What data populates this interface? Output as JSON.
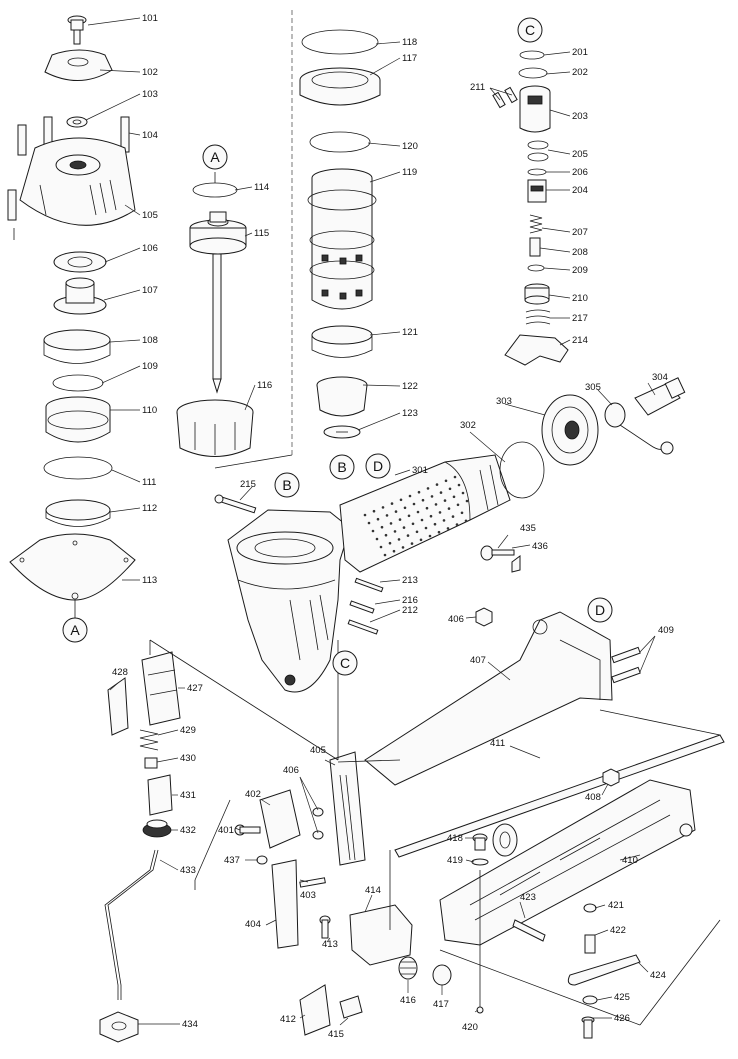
{
  "callouts": {
    "A": "A",
    "B": "B",
    "C": "C",
    "D": "D"
  },
  "labels": {
    "p101": "101",
    "p102": "102",
    "p103": "103",
    "p104": "104",
    "p105": "105",
    "p106": "106",
    "p107": "107",
    "p108": "108",
    "p109": "109",
    "p110": "110",
    "p111": "111",
    "p112": "112",
    "p113": "113",
    "p114": "114",
    "p115": "115",
    "p116": "116",
    "p117": "117",
    "p118": "118",
    "p119": "119",
    "p120": "120",
    "p121": "121",
    "p122": "122",
    "p123": "123",
    "p201": "201",
    "p202": "202",
    "p203": "203",
    "p204": "204",
    "p205": "205",
    "p206": "206",
    "p207": "207",
    "p208": "208",
    "p209": "209",
    "p210": "210",
    "p211": "211",
    "p212": "212",
    "p213": "213",
    "p214": "214",
    "p215": "215",
    "p216": "216",
    "p217": "217",
    "p301": "301",
    "p302": "302",
    "p303": "303",
    "p304": "304",
    "p305": "305",
    "p401": "401",
    "p402": "402",
    "p403": "403",
    "p404": "404",
    "p405": "405",
    "p406a": "406",
    "p406b": "406",
    "p407": "407",
    "p408": "408",
    "p409": "409",
    "p410": "410",
    "p411": "411",
    "p412": "412",
    "p413": "413",
    "p414": "414",
    "p415": "415",
    "p416": "416",
    "p417": "417",
    "p418": "418",
    "p419": "419",
    "p420": "420",
    "p421": "421",
    "p422": "422",
    "p423": "423",
    "p424": "424",
    "p425": "425",
    "p426": "426",
    "p427": "427",
    "p428": "428",
    "p429": "429",
    "p430": "430",
    "p431": "431",
    "p432": "432",
    "p433": "433",
    "p434": "434",
    "p435": "435",
    "p436": "436",
    "p437": "437"
  }
}
